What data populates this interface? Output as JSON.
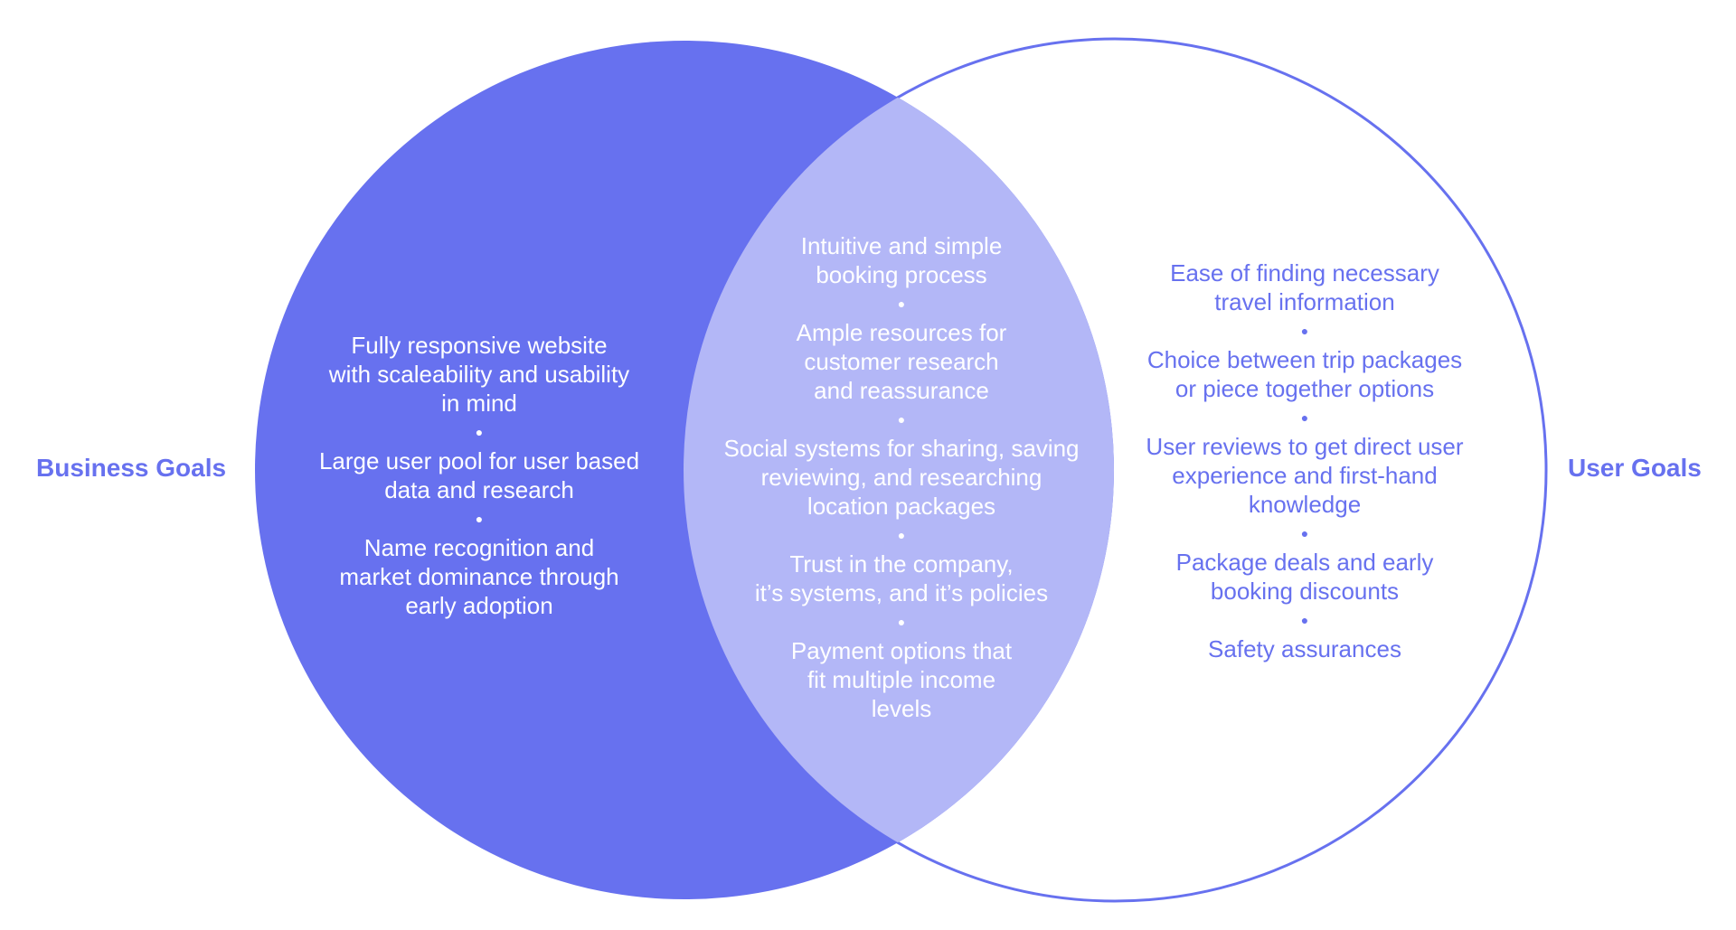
{
  "colors": {
    "business_fill": "#6771EF",
    "overlap_fill": "#B3B7F7",
    "user_stroke": "#6771EF",
    "label_color": "#6771EF",
    "light_text": "#FFFFFF",
    "user_text": "#6771EF"
  },
  "labels": {
    "business": "Business Goals",
    "user": "User Goals"
  },
  "business_goals": [
    "Fully responsive website\nwith scaleability and usability\nin mind",
    "Large user pool for user based\ndata and research",
    "Name recognition and\nmarket dominance through\nearly adoption"
  ],
  "shared_goals": [
    "Intuitive and simple\nbooking process",
    "Ample resources for\ncustomer research\nand reassurance",
    "Social systems for sharing, saving\nreviewing, and researching\nlocation packages",
    "Trust in the company,\nit’s systems, and it’s policies",
    "Payment options that\nfit multiple income\nlevels"
  ],
  "user_goals": [
    "Ease of finding necessary\ntravel information",
    "Choice between trip packages\nor piece together options",
    "User reviews to get direct user\nexperience and first-hand\nknowledge",
    "Package deals and early\nbooking discounts",
    "Safety assurances"
  ]
}
